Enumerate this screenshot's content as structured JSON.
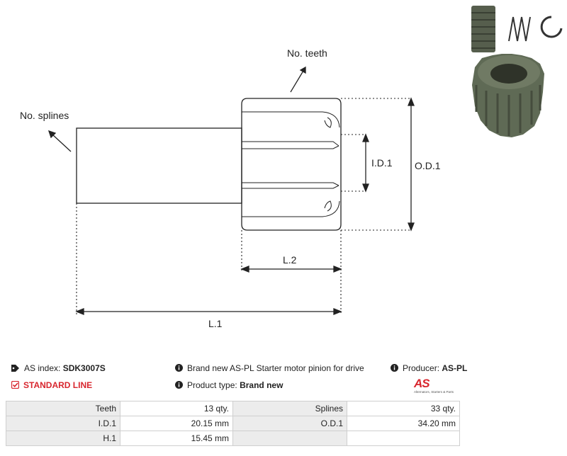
{
  "drawing": {
    "labels": {
      "no_teeth": "No. teeth",
      "no_splines": "No. splines",
      "id1": "I.D.1",
      "od1": "O.D.1",
      "l2": "L.2",
      "l1": "L.1"
    }
  },
  "product": {
    "index_label": "AS index:",
    "index_value": "SDK3007S",
    "line": "STANDARD LINE",
    "description": "Brand new AS-PL Starter motor pinion for drive",
    "type_label": "Product type:",
    "type_value": "Brand new",
    "producer_label": "Producer:",
    "producer_value": "AS-PL",
    "brand_logo_text": "AS",
    "brand_tagline": "Alternators, Starters & Parts"
  },
  "specs": {
    "rows": [
      {
        "l1": "Teeth",
        "v1": "13 qty.",
        "l2": "Splines",
        "v2": "33 qty."
      },
      {
        "l1": "I.D.1",
        "v1": "20.15 mm",
        "l2": "O.D.1",
        "v2": "34.20 mm"
      },
      {
        "l1": "H.1",
        "v1": "15.45 mm",
        "l2": "",
        "v2": ""
      }
    ]
  },
  "colors": {
    "accent_red": "#d8262e",
    "table_label_bg": "#ececec",
    "metal": "#5f6a55"
  },
  "icons": {
    "tag": "tag-icon",
    "check": "check-square-icon",
    "info": "info-circle-icon"
  }
}
